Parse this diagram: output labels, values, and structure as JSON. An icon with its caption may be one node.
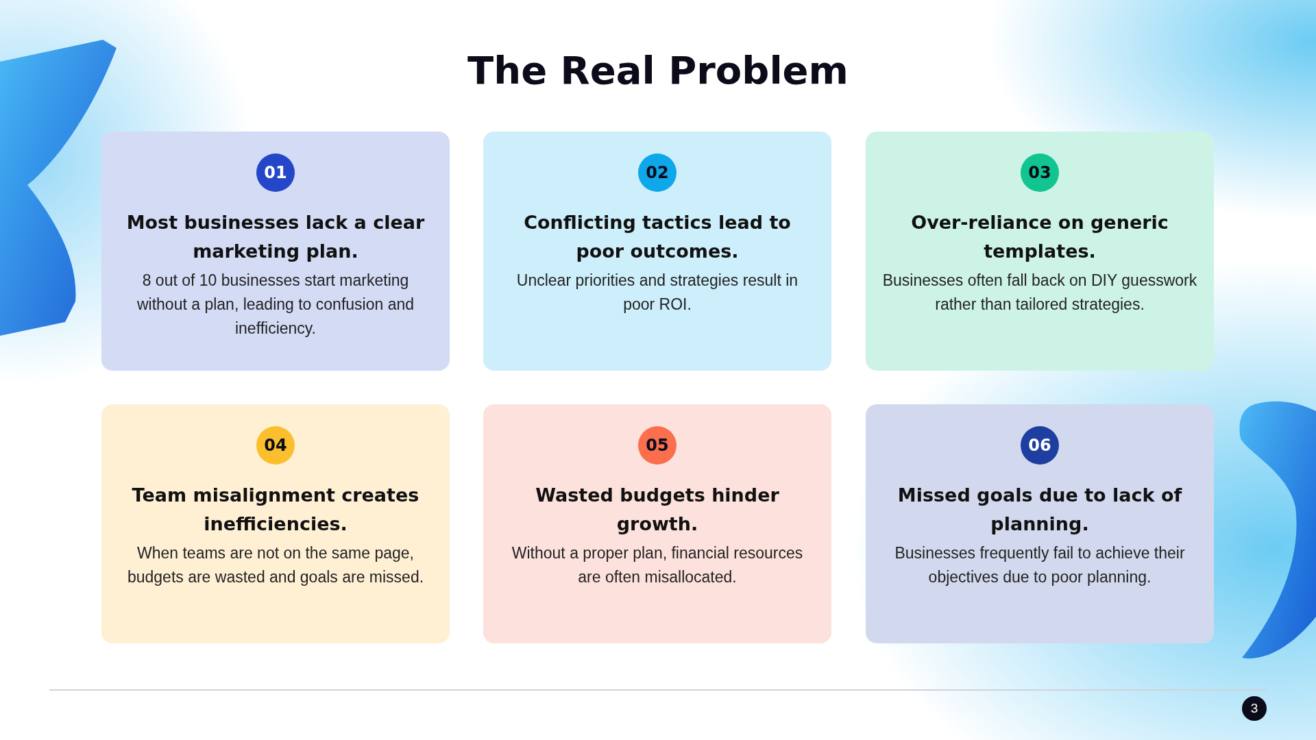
{
  "diagram": {
    "title": "The Real Problem",
    "nodes": [
      {
        "text": [
          "Most businesses lack a clear marketing plan.",
          "8 out of 10 businesses start marketing without a plan, leading to confusion and inefficiency."
        ]
      },
      {
        "text": [
          "01"
        ],
        "in": 0
      },
      {
        "text": [
          "Conflicting tactics lead to poor outcomes.",
          "Unclear priorities and strategies result in poor ROI."
        ]
      },
      {
        "text": [
          "02"
        ],
        "in": 2
      },
      {
        "text": [
          "Over-reliance on generic templates.",
          "Businesses often fall back on DIY guesswork rather than tailored strategies."
        ]
      },
      {
        "text": [
          "03"
        ],
        "in": 4
      },
      {
        "text": [
          "Team misalignment creates inefficiencies.",
          "When teams are not on the same page, budgets are wasted and goals are missed."
        ]
      },
      {
        "text": [
          "04"
        ],
        "in": 6
      },
      {
        "text": [
          "Wasted budgets hinder growth.",
          "Without a proper plan, financial resources are often misallocated."
        ]
      },
      {
        "text": [
          "05"
        ],
        "in": 8
      },
      {
        "text": [
          "Missed goals due to lack of planning.",
          "Businesses frequently fail to achieve their objectives due to poor planning."
        ]
      },
      {
        "text": [
          "06"
        ],
        "in": 10
      }
    ],
    "labels": [
      "3"
    ]
  }
}
